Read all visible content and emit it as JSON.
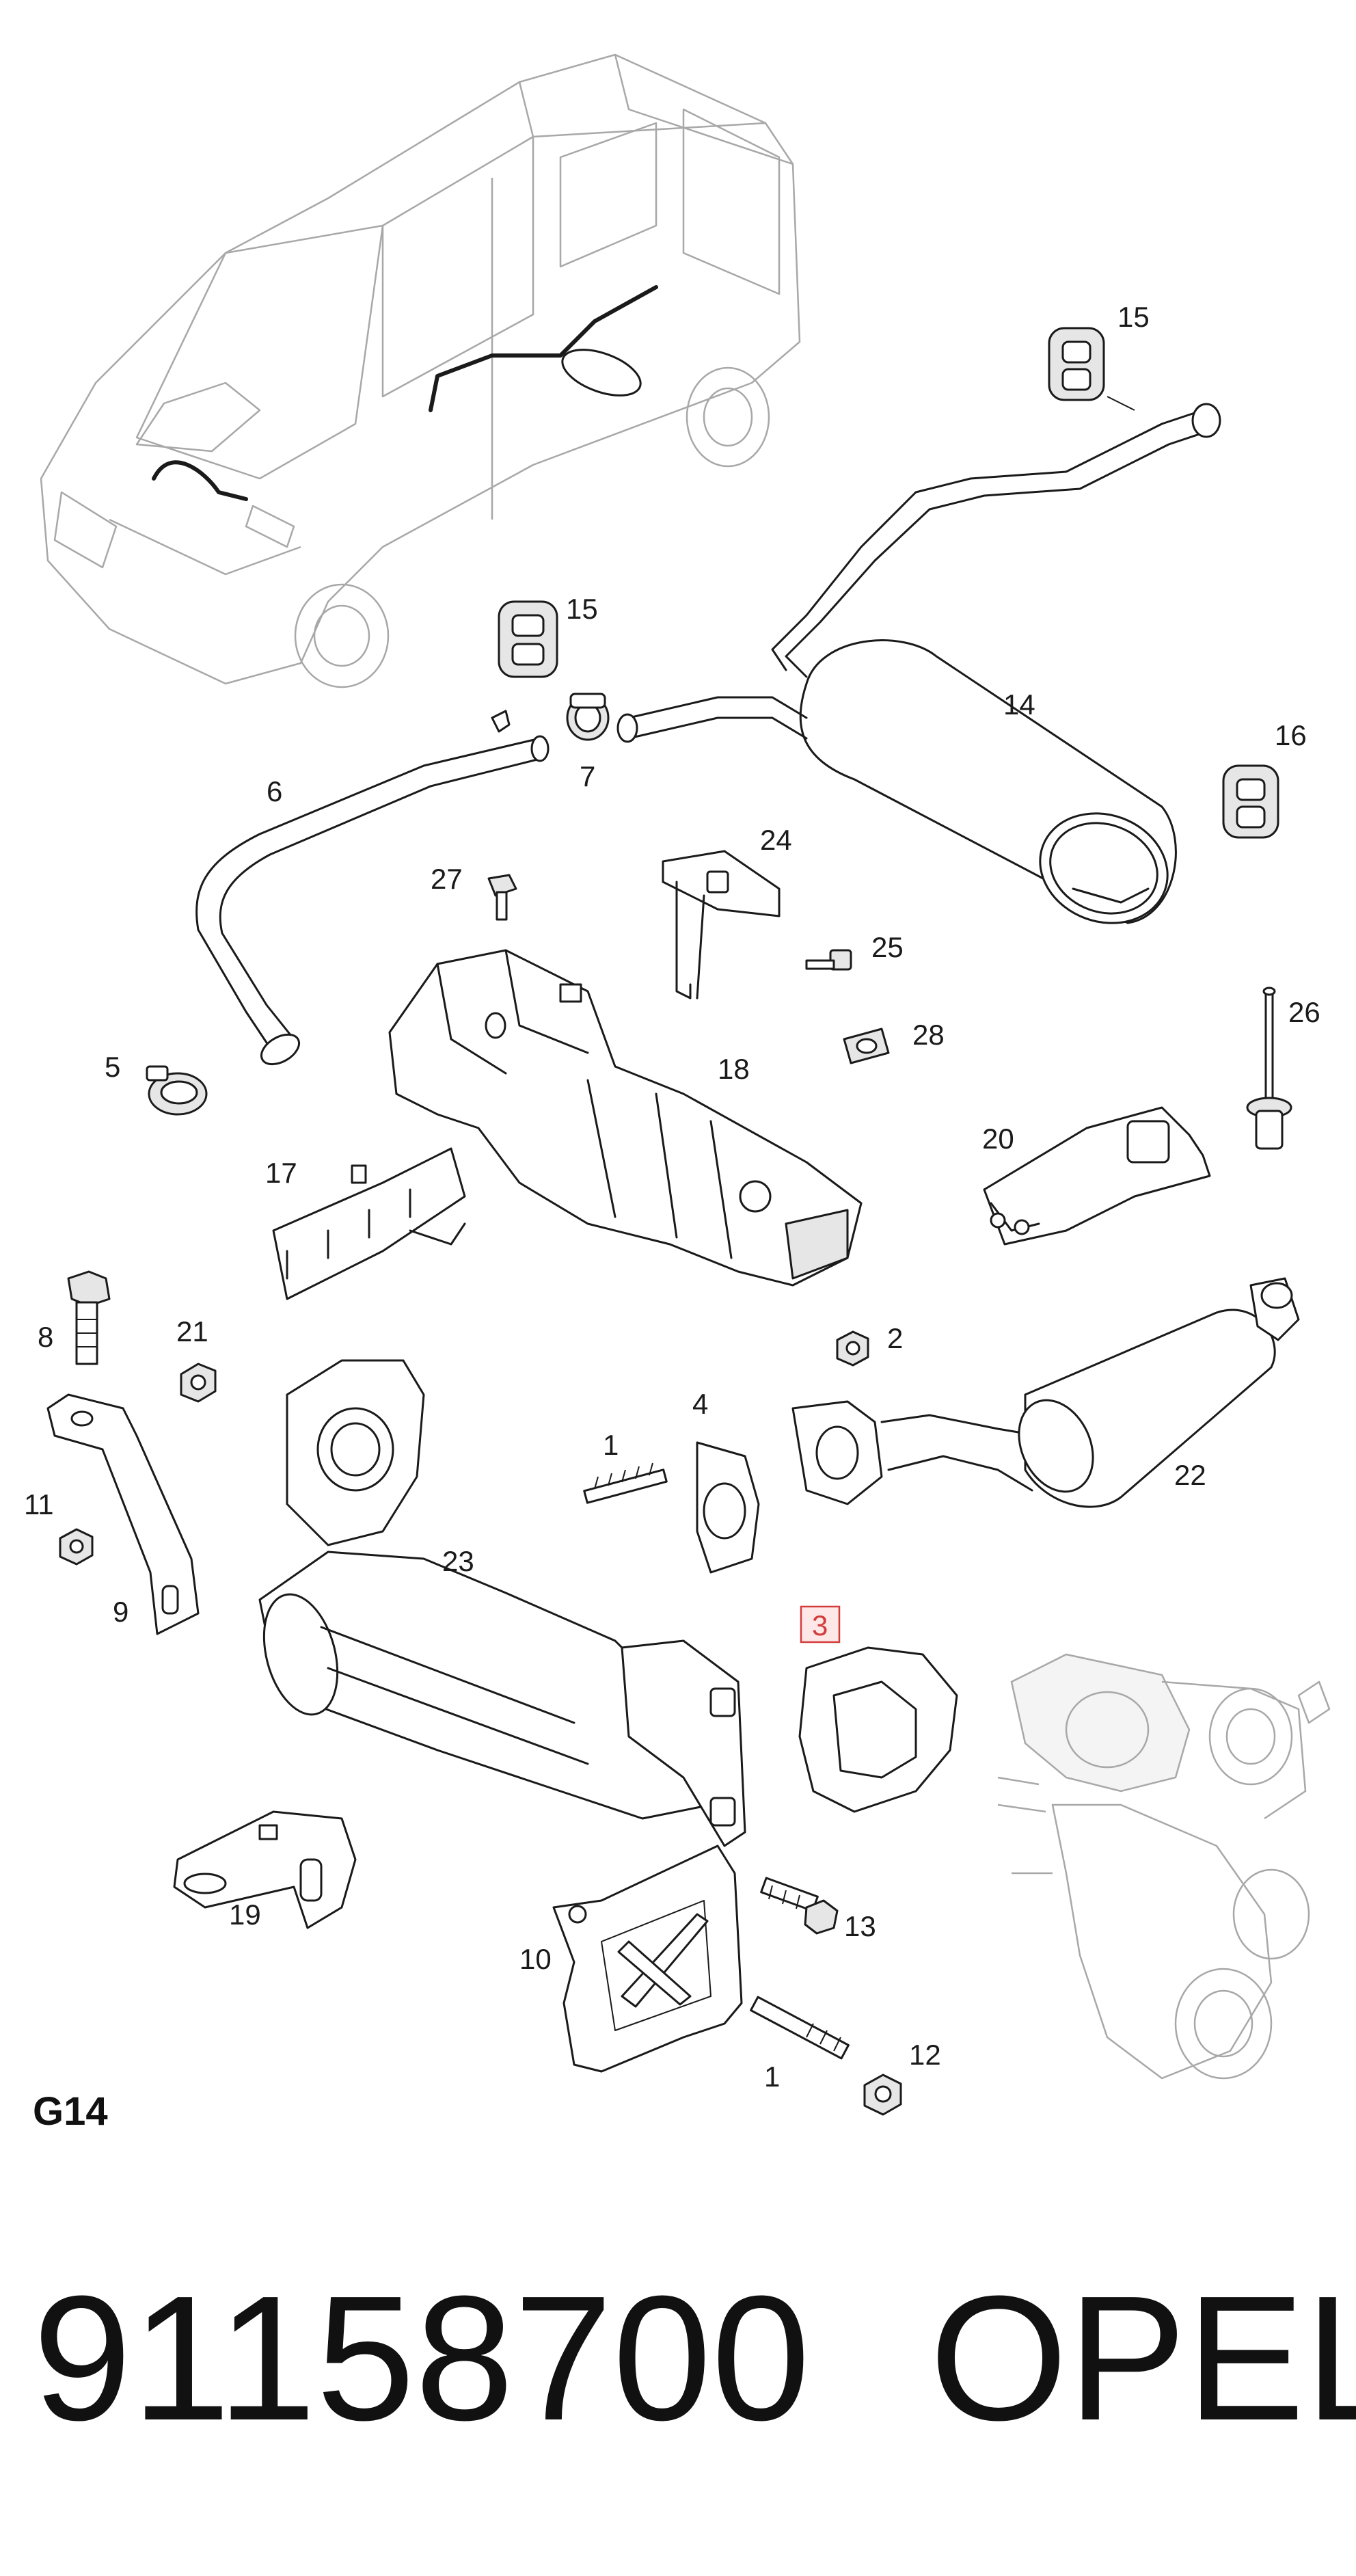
{
  "diagram": {
    "section_code": "G14",
    "highlight_color": "#d43b3b",
    "callouts": [
      {
        "id": "c15a",
        "label": "15"
      },
      {
        "id": "c15b",
        "label": "15"
      },
      {
        "id": "c14",
        "label": "14"
      },
      {
        "id": "c16",
        "label": "16"
      },
      {
        "id": "c6",
        "label": "6"
      },
      {
        "id": "c7",
        "label": "7"
      },
      {
        "id": "c24",
        "label": "24"
      },
      {
        "id": "c27",
        "label": "27"
      },
      {
        "id": "c25",
        "label": "25"
      },
      {
        "id": "c26",
        "label": "26"
      },
      {
        "id": "c28",
        "label": "28"
      },
      {
        "id": "c5",
        "label": "5"
      },
      {
        "id": "c18",
        "label": "18"
      },
      {
        "id": "c20",
        "label": "20"
      },
      {
        "id": "c17",
        "label": "17"
      },
      {
        "id": "c8",
        "label": "8"
      },
      {
        "id": "c21",
        "label": "21"
      },
      {
        "id": "c2",
        "label": "2"
      },
      {
        "id": "c4",
        "label": "4"
      },
      {
        "id": "c1a",
        "label": "1"
      },
      {
        "id": "c22",
        "label": "22"
      },
      {
        "id": "c11",
        "label": "11"
      },
      {
        "id": "c9",
        "label": "9"
      },
      {
        "id": "c23",
        "label": "23"
      },
      {
        "id": "c3",
        "label": "3",
        "highlighted": true
      },
      {
        "id": "c19",
        "label": "19"
      },
      {
        "id": "c13",
        "label": "13"
      },
      {
        "id": "c10",
        "label": "10"
      },
      {
        "id": "c12",
        "label": "12"
      },
      {
        "id": "c1b",
        "label": "1"
      }
    ]
  },
  "footer": {
    "part_number": "91158700",
    "brand": "OPEL"
  }
}
